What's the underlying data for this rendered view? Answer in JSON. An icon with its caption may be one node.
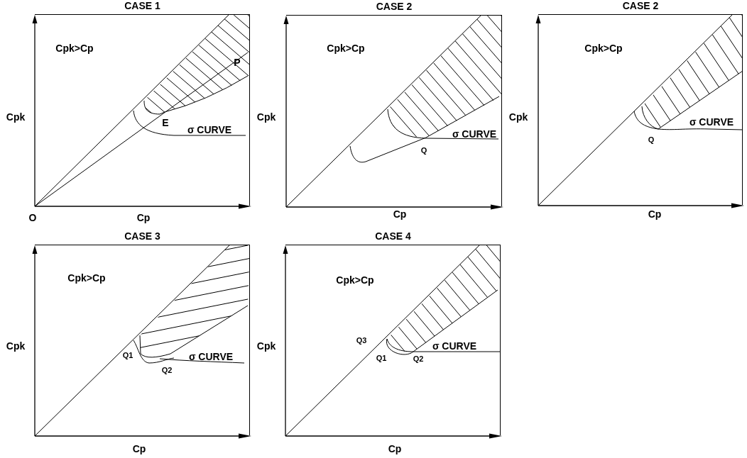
{
  "diagram": {
    "nodes": [
      {
        "text": [
          "CASE 1"
        ]
      },
      {
        "text": [
          "CASE 2"
        ]
      },
      {
        "text": [
          "CASE 2"
        ]
      },
      {
        "text": [
          "CASE 3"
        ]
      },
      {
        "text": [
          "CASE 4"
        ]
      }
    ],
    "labels": [
      "Cpk>Cp",
      "P",
      "Cpk",
      "E",
      "σ CURVE",
      "O",
      "Cp",
      "Cpk>Cp",
      "Cpk",
      "σ CURVE",
      "Q",
      "Cp",
      "Cpk>Cp",
      "Cpk",
      "σ CURVE",
      "Q",
      "Cp",
      "Cpk>Cp",
      "Cpk",
      "Q1",
      "σ CURVE",
      "Q2",
      "Cp",
      "Cpk>Cp",
      "Cpk",
      "Q3",
      "σ CURVE",
      "Q1",
      "Q2",
      "Cp"
    ]
  }
}
